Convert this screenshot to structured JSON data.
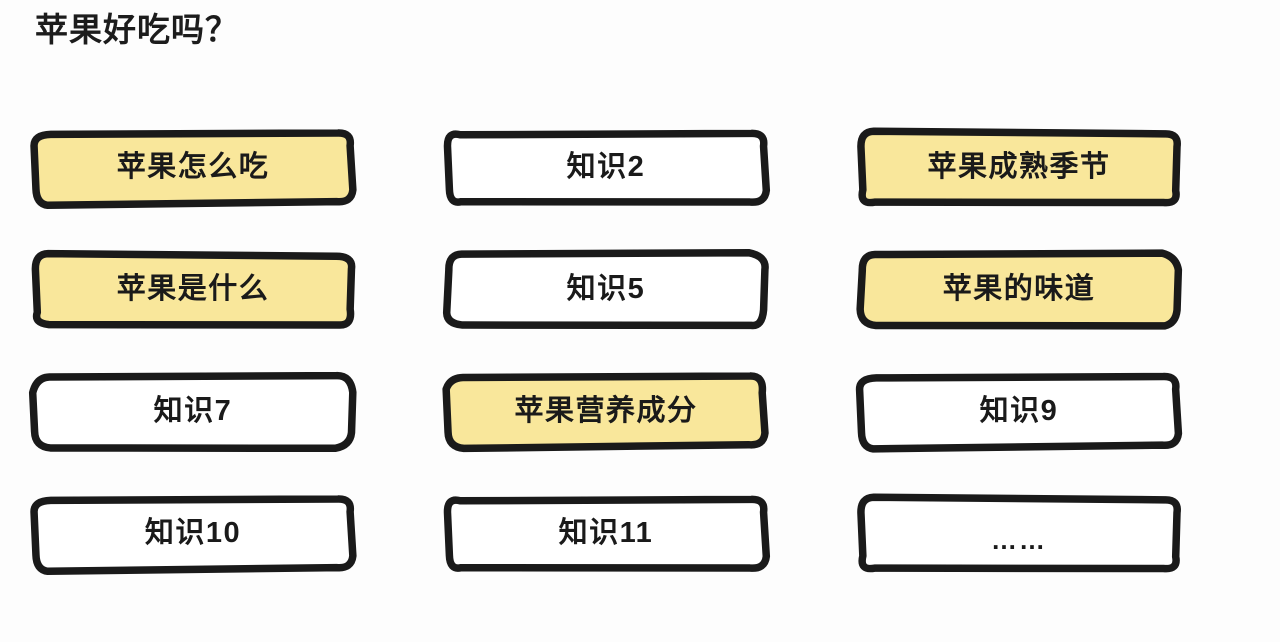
{
  "page": {
    "title": "苹果好吃吗？",
    "background_color": "#fdfdfd",
    "text_color": "#1a1a1a"
  },
  "style": {
    "highlight_fill": "#f9e79b",
    "plain_fill": "#ffffff",
    "border_color": "#1a1a1a"
  },
  "chips": [
    {
      "label": "苹果怎么吃",
      "highlighted": true,
      "row": 1,
      "column": 1
    },
    {
      "label": "知识2",
      "highlighted": false,
      "row": 1,
      "column": 2
    },
    {
      "label": "苹果成熟季节",
      "highlighted": true,
      "row": 1,
      "column": 3
    },
    {
      "label": "苹果是什么",
      "highlighted": true,
      "row": 2,
      "column": 1
    },
    {
      "label": "知识5",
      "highlighted": false,
      "row": 2,
      "column": 2
    },
    {
      "label": "苹果的味道",
      "highlighted": true,
      "row": 2,
      "column": 3
    },
    {
      "label": "知识7",
      "highlighted": false,
      "row": 3,
      "column": 1
    },
    {
      "label": "苹果营养成分",
      "highlighted": true,
      "row": 3,
      "column": 2
    },
    {
      "label": "知识9",
      "highlighted": false,
      "row": 3,
      "column": 3
    },
    {
      "label": "知识10",
      "highlighted": false,
      "row": 4,
      "column": 1
    },
    {
      "label": "知识11",
      "highlighted": false,
      "row": 4,
      "column": 2
    },
    {
      "label": "……",
      "highlighted": false,
      "row": 4,
      "column": 3
    }
  ]
}
